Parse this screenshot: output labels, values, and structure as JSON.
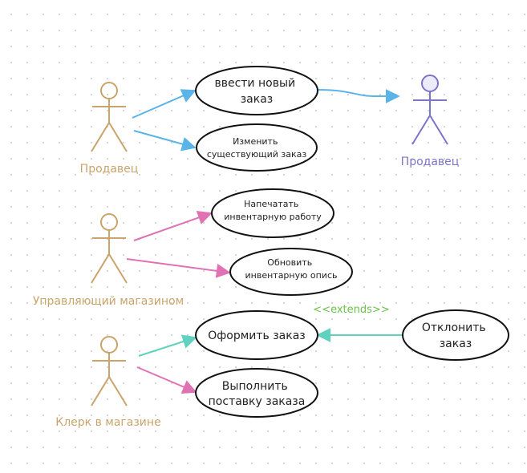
{
  "colors": {
    "actor_main": "#c9a46b",
    "actor_secondary": "#7b74c9",
    "actor_secondary_fill": "#ecebf8",
    "assoc_blue": "#5ab4e8",
    "assoc_pink": "#e072b4",
    "assoc_teal": "#5fd1bf",
    "extends_label": "#6cbf4a"
  },
  "actors": {
    "seller": {
      "label": "Продавец"
    },
    "seller_right": {
      "label": "Продавец"
    },
    "manager": {
      "label": "Управляющий магазином"
    },
    "clerk": {
      "label": "Клерк в магазине"
    }
  },
  "use_cases": {
    "enter_order": {
      "lines": [
        "ввести новый",
        "заказ"
      ]
    },
    "change_order": {
      "lines": [
        "Изменить",
        "существующий заказ"
      ]
    },
    "print_inventory": {
      "lines": [
        "Напечатать",
        "инвентарную работу"
      ]
    },
    "update_inventory": {
      "lines": [
        "Обновить",
        "инвентарную опись"
      ]
    },
    "place_order": {
      "lines": [
        "Оформить заказ"
      ]
    },
    "fulfill_order": {
      "lines": [
        "Выполнить",
        "поставку заказа"
      ]
    },
    "reject_order": {
      "lines": [
        "Отклонить",
        "заказ"
      ]
    }
  },
  "relations": {
    "extends_label": "<<extends>>"
  }
}
